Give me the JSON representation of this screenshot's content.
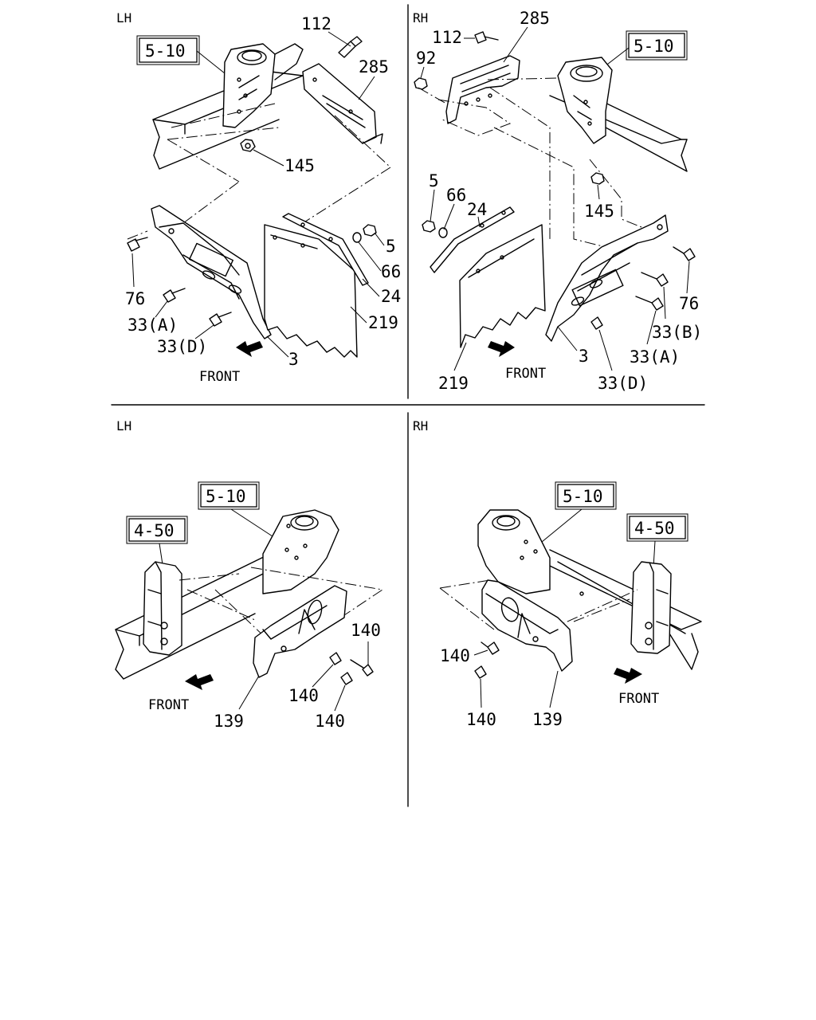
{
  "panels": {
    "top_left": {
      "side": "LH",
      "ref_box": "5-10",
      "labels": [
        "112",
        "285",
        "145",
        "5",
        "66",
        "24",
        "219",
        "76",
        "33(A)",
        "33(D)",
        "3"
      ],
      "front": "FRONT"
    },
    "top_right": {
      "side": "RH",
      "ref_box": "5-10",
      "labels": [
        "285",
        "112",
        "92",
        "145",
        "5",
        "66",
        "24",
        "76",
        "33(B)",
        "33(A)",
        "3",
        "33(D)",
        "219"
      ],
      "front": "FRONT"
    },
    "bottom_left": {
      "side": "LH",
      "ref_boxes": [
        "5-10",
        "4-50"
      ],
      "labels": [
        "140",
        "140",
        "140",
        "139"
      ],
      "front": "FRONT"
    },
    "bottom_right": {
      "side": "RH",
      "ref_boxes": [
        "5-10",
        "4-50"
      ],
      "labels": [
        "140",
        "140",
        "139"
      ],
      "front": "FRONT"
    }
  },
  "icons": [
    "front-arrow-icon",
    "bolt-icon",
    "nut-icon",
    "washer-icon"
  ],
  "colors": {
    "line": "#000000",
    "background": "#ffffff"
  }
}
